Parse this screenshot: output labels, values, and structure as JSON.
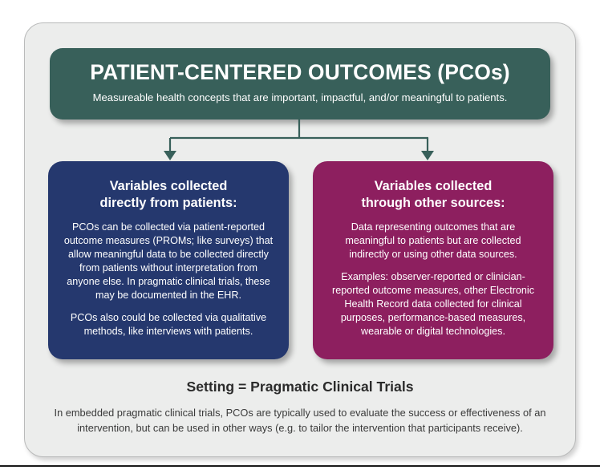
{
  "colors": {
    "panel_background": "#ECEDEC",
    "panel_border": "#B9BABA",
    "header_box": "#38605A",
    "branch_left_box": "#25386E",
    "branch_right_box": "#8D1F5F",
    "connector_line": "#38605A",
    "header_text": "#FFFFFF",
    "footer_title_text": "#2B2B2B",
    "footer_body_text": "#3A3A3A",
    "page_background": "#FFFFFF",
    "bottom_rule": "#1A1A1A"
  },
  "header": {
    "title": "PATIENT-CENTERED OUTCOMES (PCOs)",
    "subtitle": "Measureable health concepts that are important, impactful, and/or meaningful to patients."
  },
  "connector": {
    "icon_left": "arrow-down-icon",
    "icon_right": "arrow-down-icon"
  },
  "branches": [
    {
      "id": "directly-from-patients",
      "title_line_1": "Variables collected",
      "title_line_2": "directly from patients:",
      "paragraphs": [
        "PCOs can be collected via patient-reported outcome measures (PROMs; like surveys) that allow meaningful data to be collected directly from patients without interpretation from anyone else. In pragmatic clinical trials, these may be documented in the EHR.",
        "PCOs also could be collected via qualitative methods, like interviews with patients."
      ]
    },
    {
      "id": "through-other-sources",
      "title_line_1": "Variables collected",
      "title_line_2": "through other sources:",
      "paragraphs": [
        "Data representing outcomes that are meaningful to patients but are collected indirectly or using other data sources.",
        "Examples: observer-reported or clinician-reported outcome measures, other Electronic Health Record data collected for clinical purposes, performance-based measures, wearable or digital technologies."
      ]
    }
  ],
  "footer": {
    "title": "Setting = Pragmatic Clinical Trials",
    "body": "In embedded pragmatic clinical trials, PCOs are typically used to evaluate the success or effectiveness of an intervention, but can be used in other ways (e.g. to tailor the intervention that participants receive)."
  }
}
